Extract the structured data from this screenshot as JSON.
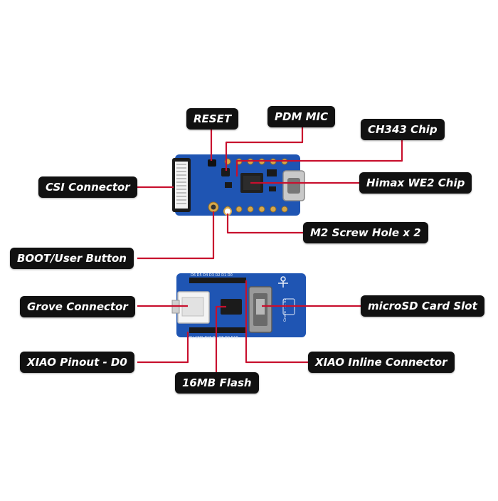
{
  "colors": {
    "leader": "#c8102e",
    "board": "#1f55b3",
    "label_bg": "#111111",
    "label_text": "#ffffff"
  },
  "labels": {
    "reset": "RESET",
    "pdm_mic": "PDM MIC",
    "ch343_chip": "CH343 Chip",
    "csi_connector": "CSI Connector",
    "himax_we2_chip": "Himax WE2 Chip",
    "m2_screw_hole": "M2 Screw Hole x 2",
    "boot_user_button": "BOOT/User Button",
    "grove_connector": "Grove Connector",
    "microsd_card_slot": "microSD Card Slot",
    "xiao_pinout_d0": "XIAO Pinout - D0",
    "xiao_inline_connector": "XIAO Inline Connector",
    "flash_16mb": "16MB Flash"
  },
  "silkscreen": {
    "top_pins": "D6 D5 D4 D3 D2 D1 D0",
    "bottom_pins": "5V GND 3V3 D7 D8 D9 D10",
    "grove_text": "Grove - ... V2"
  }
}
